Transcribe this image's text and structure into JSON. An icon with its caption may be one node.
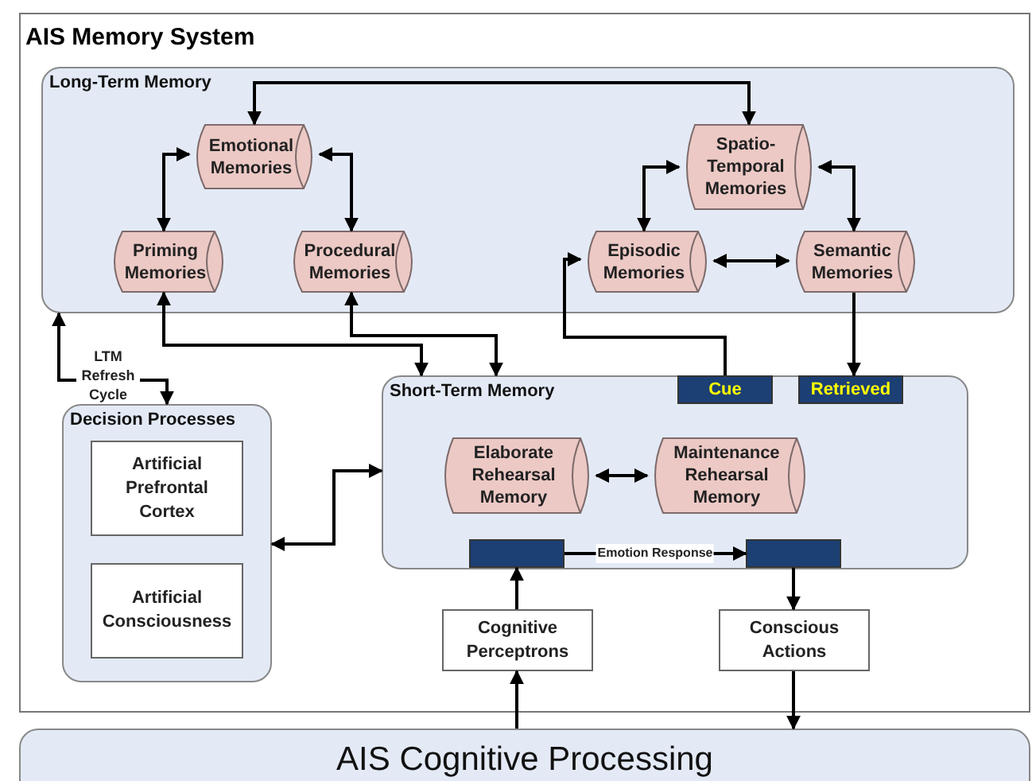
{
  "diagram": {
    "title": "AIS Memory System",
    "nodes": [
      {
        "text": [],
        "shape": "box"
      },
      {
        "text": [
          "Long-Term Memory"
        ],
        "in": 0
      },
      {
        "text": [
          "Emotional Memories"
        ],
        "in": 1
      },
      {
        "text": [
          "Priming Memories"
        ],
        "in": 1
      },
      {
        "text": [
          "Procedural Memories"
        ],
        "in": 1
      },
      {
        "text": [
          "Spatio-Temporal Memories"
        ],
        "in": 1
      },
      {
        "text": [
          "Episodic Memories"
        ],
        "in": 1
      },
      {
        "text": [
          "Semantic Memories"
        ],
        "in": 1
      },
      {
        "text": [
          "Short-Term Memory"
        ],
        "in": 0
      },
      {
        "text": [
          "Cue"
        ],
        "in": 8
      },
      {
        "text": [
          "Retrieved"
        ],
        "in": 8
      },
      {
        "text": [
          "Elaborate Rehearsal Memory"
        ],
        "in": 8
      },
      {
        "text": [
          "Maintenance Rehearsal Memory"
        ],
        "in": 8
      },
      {
        "text": [],
        "shape": "bar",
        "in": 8
      },
      {
        "text": [],
        "shape": "bar",
        "in": 8
      },
      {
        "text": [
          "Decision Processes"
        ],
        "in": 0
      },
      {
        "text": [
          "Artificial Prefrontal Cortex"
        ],
        "in": 15
      },
      {
        "text": [
          "Artificial Consciousness"
        ],
        "in": 15
      },
      {
        "text": [
          "Cognitive Perceptrons"
        ],
        "in": 0
      },
      {
        "text": [
          "Conscious Actions"
        ],
        "in": 0
      },
      {
        "text": [
          "AIS Cognitive Processing"
        ]
      }
    ],
    "edges": [
      {
        "from": 2,
        "to": 5,
        "arrow": "both"
      },
      {
        "from": 2,
        "to": 3,
        "arrow": "both"
      },
      {
        "from": 2,
        "to": 4,
        "arrow": "both"
      },
      {
        "from": 5,
        "to": 6,
        "arrow": "both"
      },
      {
        "from": 5,
        "to": 7,
        "arrow": "both"
      },
      {
        "from": 6,
        "to": 7,
        "arrow": "both"
      },
      {
        "from": 3,
        "to": 8,
        "arrow": "both"
      },
      {
        "from": 4,
        "to": 8,
        "arrow": "both"
      },
      {
        "from": 9,
        "to": 6,
        "arrow": "to"
      },
      {
        "from": 7,
        "to": 10,
        "arrow": "to"
      },
      {
        "from": 11,
        "to": 12,
        "arrow": "both"
      },
      {
        "from": 13,
        "to": 14,
        "arrow": "to",
        "label": "Emotion Response"
      },
      {
        "from": 15,
        "to": 8,
        "arrow": "both"
      },
      {
        "from": 18,
        "to": 13,
        "arrow": "to"
      },
      {
        "from": 14,
        "to": 19,
        "arrow": "to"
      },
      {
        "from": 20,
        "to": 18,
        "arrow": "to"
      },
      {
        "from": 19,
        "to": 20,
        "arrow": "to"
      },
      {
        "from": 1,
        "to": 15,
        "arrow": "both",
        "label": "LTM Refresh Cycle"
      }
    ]
  }
}
